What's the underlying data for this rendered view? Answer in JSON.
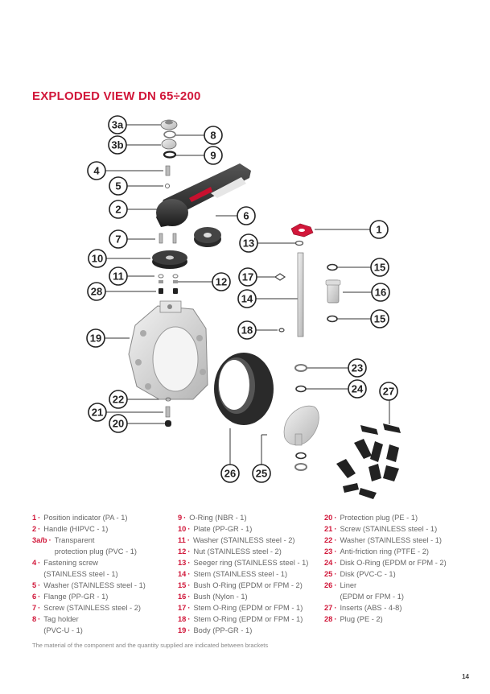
{
  "title": "EXPLODED VIEW DN 65÷200",
  "callouts": [
    "3a",
    "3b",
    "8",
    "9",
    "4",
    "5",
    "2",
    "6",
    "1",
    "7",
    "13",
    "10",
    "15",
    "11",
    "12",
    "28",
    "17",
    "16",
    "14",
    "19",
    "18",
    "23",
    "24",
    "27",
    "22",
    "21",
    "20",
    "26",
    "25"
  ],
  "legend": {
    "col1": [
      {
        "num": "1",
        "text": "Position indicator (PA - 1)"
      },
      {
        "num": "2",
        "text": "Handle (HIPVC - 1)"
      },
      {
        "num": "3a/b",
        "text": "Transparent\n protection plug (PVC - 1)"
      },
      {
        "num": "4",
        "text": "Fastening screw\n(STAINLESS steel - 1)"
      },
      {
        "num": "5",
        "text": "Washer (STAINLESS steel - 1)"
      },
      {
        "num": "6",
        "text": "Flange (PP-GR - 1)"
      },
      {
        "num": "7",
        "text": "Screw (STAINLESS steel - 2)"
      },
      {
        "num": "8",
        "text": "Tag holder\n(PVC-U - 1)"
      }
    ],
    "col2": [
      {
        "num": "9",
        "text": "O-Ring (NBR - 1)"
      },
      {
        "num": "10",
        "text": "Plate (PP-GR - 1)"
      },
      {
        "num": "11",
        "text": "Washer (STAINLESS steel - 2)"
      },
      {
        "num": "12",
        "text": "Nut (STAINLESS steel - 2)"
      },
      {
        "num": "13",
        "text": "Seeger ring (STAINLESS steel - 1)"
      },
      {
        "num": "14",
        "text": "Stem (STAINLESS steel - 1)"
      },
      {
        "num": "15",
        "text": "Bush O-Ring (EPDM or FPM - 2)"
      },
      {
        "num": "16",
        "text": "Bush (Nylon - 1)"
      },
      {
        "num": "17",
        "text": "Stem O-Ring (EPDM or FPM - 1)"
      },
      {
        "num": "18",
        "text": "Stem O-Ring (EPDM or FPM - 1)"
      },
      {
        "num": "19",
        "text": "Body (PP-GR - 1)"
      }
    ],
    "col3": [
      {
        "num": "20",
        "text": "Protection plug (PE - 1)"
      },
      {
        "num": "21",
        "text": "Screw (STAINLESS steel - 1)"
      },
      {
        "num": "22",
        "text": "Washer (STAINLESS steel - 1)"
      },
      {
        "num": "23",
        "text": "Anti-friction ring (PTFE - 2)"
      },
      {
        "num": "24",
        "text": "Disk O-Ring (EPDM or FPM - 2)"
      },
      {
        "num": "25",
        "text": "Disk (PVC-C - 1)"
      },
      {
        "num": "26",
        "text": "Liner\n(EPDM or FPM - 1)"
      },
      {
        "num": "27",
        "text": "Inserts (ABS - 4-8)"
      },
      {
        "num": "28",
        "text": "Plug (PE - 2)"
      }
    ]
  },
  "note": "The material of the component and the quantity supplied are indicated between brackets",
  "page_number": "14",
  "colors": {
    "accent": "#d1173a",
    "part_dark": "#2b2b2b",
    "part_grey": "#cfcfcf"
  }
}
